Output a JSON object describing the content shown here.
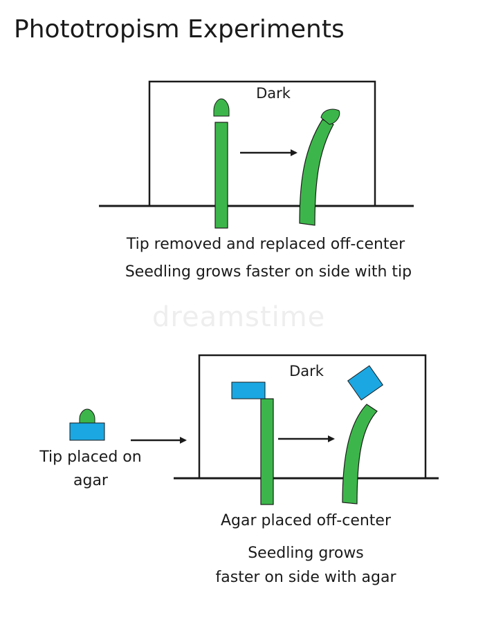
{
  "title": "Phototropism Experiments",
  "watermark": "dreamstime",
  "colors": {
    "seedling": "#3cb64a",
    "agar": "#1ba7e1",
    "line": "#1a1a1a"
  },
  "experiment1": {
    "box_label": "Dark",
    "caption_line1": "Tip removed and replaced off-center",
    "caption_line2": "Seedling grows faster on side with tip"
  },
  "experiment2": {
    "box_label": "Dark",
    "side_label_line1": "Tip placed on",
    "side_label_line2": "agar",
    "caption_line1": "Agar placed off-center",
    "caption_line2": "Seedling grows",
    "caption_line3": "faster on side with agar"
  }
}
